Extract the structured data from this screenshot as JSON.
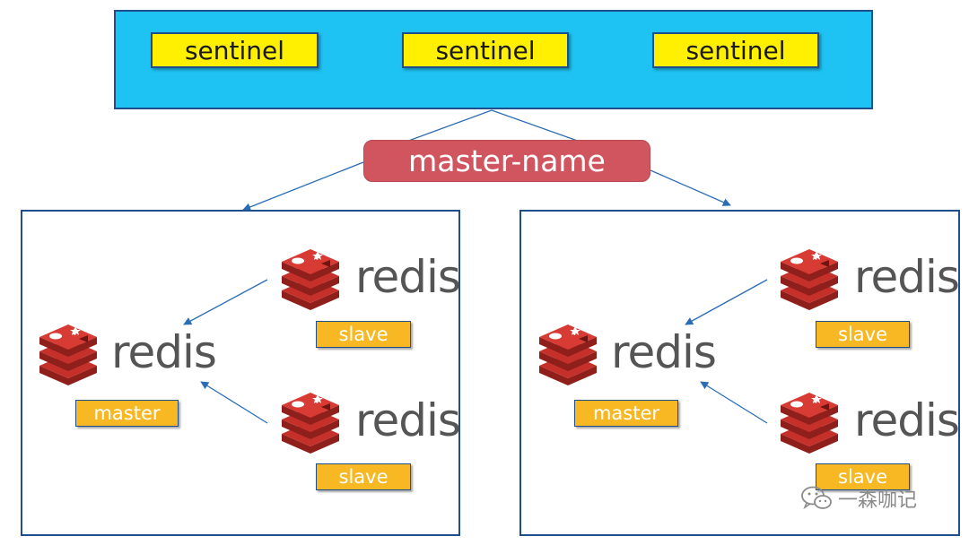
{
  "sentinels": [
    "sentinel",
    "sentinel",
    "sentinel"
  ],
  "master_name": "master-name",
  "clusters": [
    {
      "master": {
        "logo_text": "redis",
        "role": "master"
      },
      "slaves": [
        {
          "logo_text": "redis",
          "role": "slave"
        },
        {
          "logo_text": "redis",
          "role": "slave"
        }
      ]
    },
    {
      "master": {
        "logo_text": "redis",
        "role": "master"
      },
      "slaves": [
        {
          "logo_text": "redis",
          "role": "slave"
        },
        {
          "logo_text": "redis",
          "role": "slave"
        }
      ]
    }
  ],
  "watermark": "一森咖记",
  "colors": {
    "sentinel_panel": "#1fc3f3",
    "sentinel_label": "#ffef00",
    "master_name": "#d0555f",
    "role_label": "#f7b823",
    "border": "#1f4e8c",
    "redis_red": "#c6302b"
  },
  "icons": [
    "redis-logo-icon",
    "wechat-icon"
  ]
}
